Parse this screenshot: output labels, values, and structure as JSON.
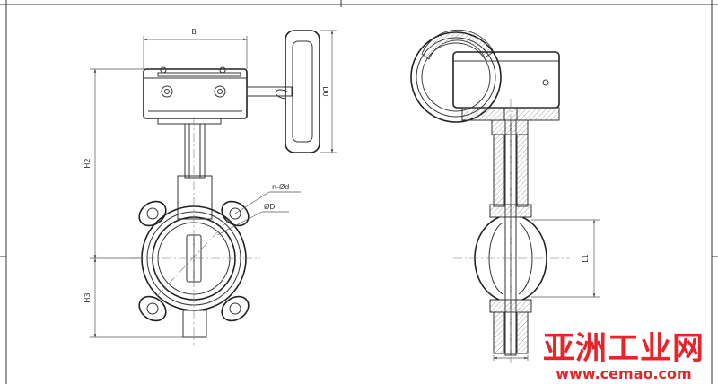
{
  "dimensions": {
    "b": "B",
    "d0": "D0",
    "h2": "H2",
    "h3": "H3",
    "bolt": "n-Ød",
    "bore": "ØD",
    "l1": "L1"
  },
  "watermark": {
    "name": "亚洲工业网",
    "url": "www.cemao.com"
  },
  "colors": {
    "line": "#333333",
    "watermark": "#e8242b"
  }
}
